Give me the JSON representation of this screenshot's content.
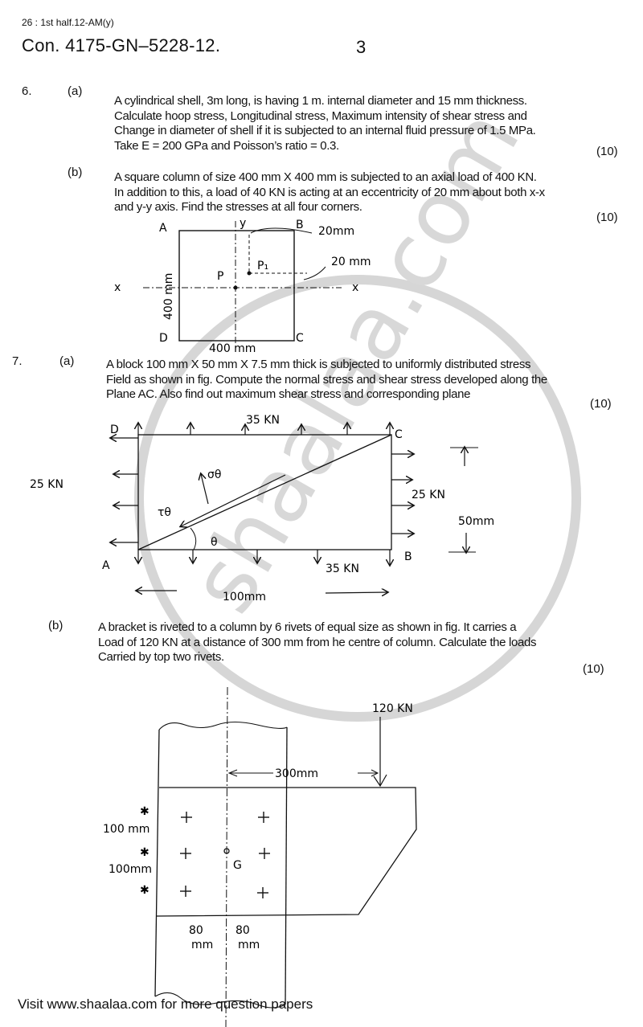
{
  "header": {
    "session": "26 : 1st  half.12-AM(y)",
    "paper_code": "Con. 4175-GN–5228-12.",
    "page_number": "3"
  },
  "questions": [
    {
      "number": "6.",
      "parts": [
        {
          "label": "(a)",
          "lines": [
            "A cylindrical shell, 3m long, is having 1 m. internal diameter and 15 mm thickness.",
            "Calculate hoop stress, Longitudinal stress, Maximum intensity of shear stress and",
            "Change in diameter of shell if it is subjected to an internal fluid pressure of 1.5 MPa.",
            "Take E = 200 GPa and Poisson’s ratio = 0.3."
          ],
          "marks": "(10)"
        },
        {
          "label": "(b)",
          "lines": [
            "A square column of size 400 mm X 400 mm is subjected to an axial load of 400 KN.",
            "In addition to this, a load of 40 KN is acting at an eccentricity of 20 mm about both x-x",
            "and y-y axis. Find the stresses at all four corners."
          ],
          "marks": "(10)",
          "figure": {
            "corners": [
              "A",
              "B",
              "C",
              "D"
            ],
            "axis_x": "x",
            "axis_y": "y",
            "load_center": "P",
            "load_eccentric": "P₁",
            "ecc_top": "20mm",
            "ecc_right": "20 mm",
            "width": "400 mm",
            "height": "400 mm"
          }
        }
      ]
    },
    {
      "number": "7.",
      "parts": [
        {
          "label": "(a)",
          "lines": [
            "A block 100 mm X 50 mm X 7.5 mm thick is subjected to uniformly distributed stress",
            "Field as shown in fig. Compute the normal stress and shear stress developed along the",
            "Plane AC. Also find out maximum shear stress and corresponding plane"
          ],
          "marks": "(10)",
          "figure": {
            "corners": [
              "A",
              "B",
              "C",
              "D"
            ],
            "load_top": "35 KN",
            "load_bottom": "35 KN",
            "load_left": "25 KN",
            "load_right": "25 KN",
            "normal_stress": "σθ",
            "shear_stress": "τθ",
            "angle": "θ",
            "length": "100mm",
            "height": "50mm"
          }
        },
        {
          "label": "(b)",
          "lines": [
            "A bracket is riveted to a column by 6 rivets of equal size as shown in fig. It carries a",
            "Load of 120 KN at a distance of 300 mm from he centre of column. Calculate the loads",
            "Carried by top two rivets."
          ],
          "marks": "(10)",
          "figure": {
            "load": "120 KN",
            "distance": "300mm",
            "pitch_1": "100 mm",
            "pitch_2": "100mm",
            "gauge_left": "80",
            "gauge_right": "80",
            "gauge_unit": "mm",
            "centroid": "G"
          }
        }
      ]
    }
  ],
  "footer": {
    "text": "Visit www.shaalaa.com for more question papers"
  },
  "watermark": {
    "text": "shaalaa.com"
  }
}
